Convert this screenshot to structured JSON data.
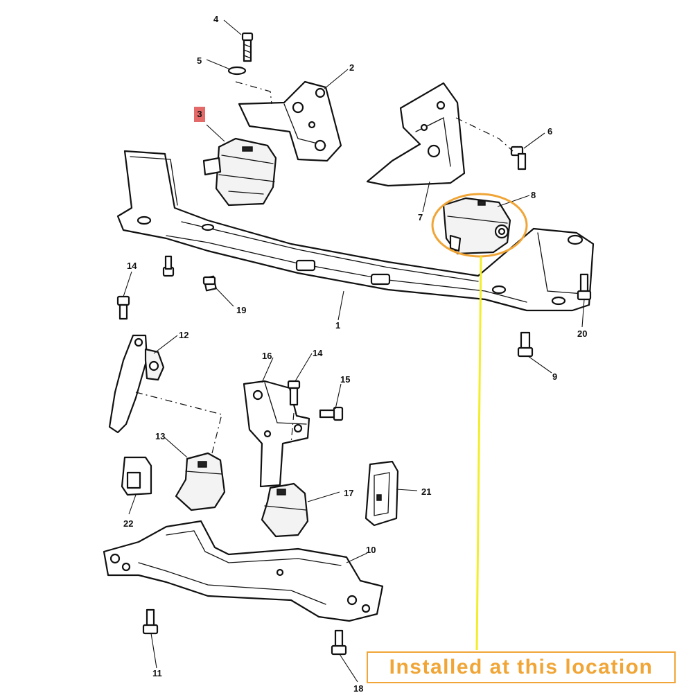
{
  "callouts": {
    "c1": "1",
    "c2": "2",
    "c3": "3",
    "c4": "4",
    "c5": "5",
    "c6": "6",
    "c7": "7",
    "c8": "8",
    "c9": "9",
    "c10": "10",
    "c11": "11",
    "c12": "12",
    "c13": "13",
    "c14a": "14",
    "c14b": "14",
    "c15": "15",
    "c16": "16",
    "c17": "17",
    "c18": "18",
    "c19": "19",
    "c20": "20",
    "c21": "21",
    "c22": "22"
  },
  "highlight_color": "#e46a6a",
  "annotation": {
    "text": "Installed at this location",
    "circle_color": "#f0a536",
    "pointer_color": "#f2ee2c"
  }
}
